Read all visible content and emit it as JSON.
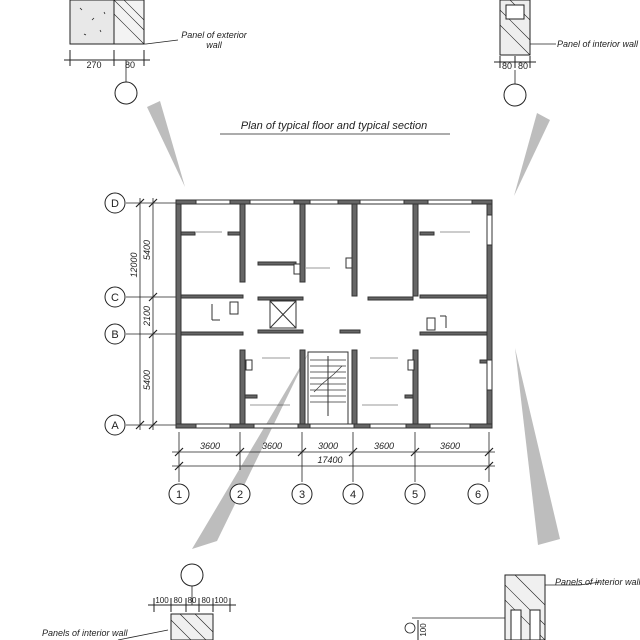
{
  "title": "Plan of typical floor and typical section",
  "detail_labels": {
    "exterior_wall": [
      "Panel of exterior",
      "wall"
    ],
    "interior_wall_top": "Panel of interior wall",
    "interior_walls_bottom_left": "Panels of interior wall",
    "interior_walls_bottom_right": "Panels of interior wall"
  },
  "detail_dims": {
    "exterior": [
      "270",
      "80"
    ],
    "interior_top": [
      "80",
      "80"
    ],
    "bottom_left": [
      "100",
      "80",
      "80",
      "80",
      "100"
    ],
    "bottom_right": "100"
  },
  "axes_rows": [
    "D",
    "C",
    "B",
    "A"
  ],
  "axes_cols": [
    "1",
    "2",
    "3",
    "4",
    "5",
    "6"
  ],
  "row_dims": [
    "5400",
    "2100",
    "5400"
  ],
  "row_total": "12000",
  "col_dims": [
    "3600",
    "3600",
    "3000",
    "3600",
    "3600"
  ],
  "col_total": "17400",
  "colors": {
    "line": "#222222",
    "wall": "#555555",
    "pointer": "#bdbdbd"
  }
}
